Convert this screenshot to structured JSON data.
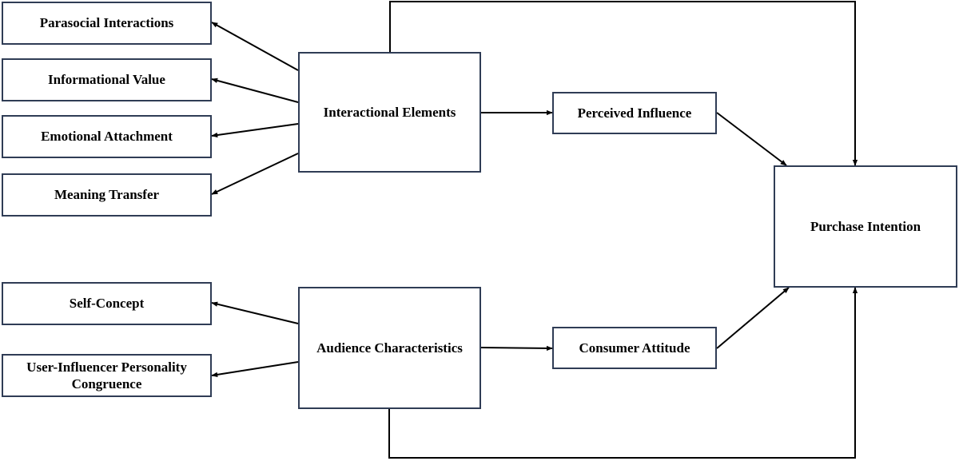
{
  "diagram": {
    "nodes": {
      "parasocial": "Parasocial Interactions",
      "informational": "Informational Value",
      "emotional": "Emotional Attachment",
      "meaning": "Meaning Transfer",
      "self_concept": "Self-Concept",
      "congruence": "User-Influencer Personality Congruence",
      "interactional": "Interactional Elements",
      "audience": "Audience Characteristics",
      "perceived": "Perceived Influence",
      "consumer": "Consumer Attitude",
      "purchase": "Purchase Intention"
    },
    "edges": [
      {
        "from": "interactional",
        "to": "parasocial"
      },
      {
        "from": "interactional",
        "to": "informational"
      },
      {
        "from": "interactional",
        "to": "emotional"
      },
      {
        "from": "interactional",
        "to": "meaning"
      },
      {
        "from": "interactional",
        "to": "perceived"
      },
      {
        "from": "interactional",
        "to": "purchase"
      },
      {
        "from": "perceived",
        "to": "purchase"
      },
      {
        "from": "audience",
        "to": "self_concept"
      },
      {
        "from": "audience",
        "to": "congruence"
      },
      {
        "from": "audience",
        "to": "consumer"
      },
      {
        "from": "audience",
        "to": "purchase"
      },
      {
        "from": "consumer",
        "to": "purchase"
      }
    ],
    "colors": {
      "box_border": "#2f3c55",
      "arrow": "#000000",
      "text": "#000000"
    }
  }
}
